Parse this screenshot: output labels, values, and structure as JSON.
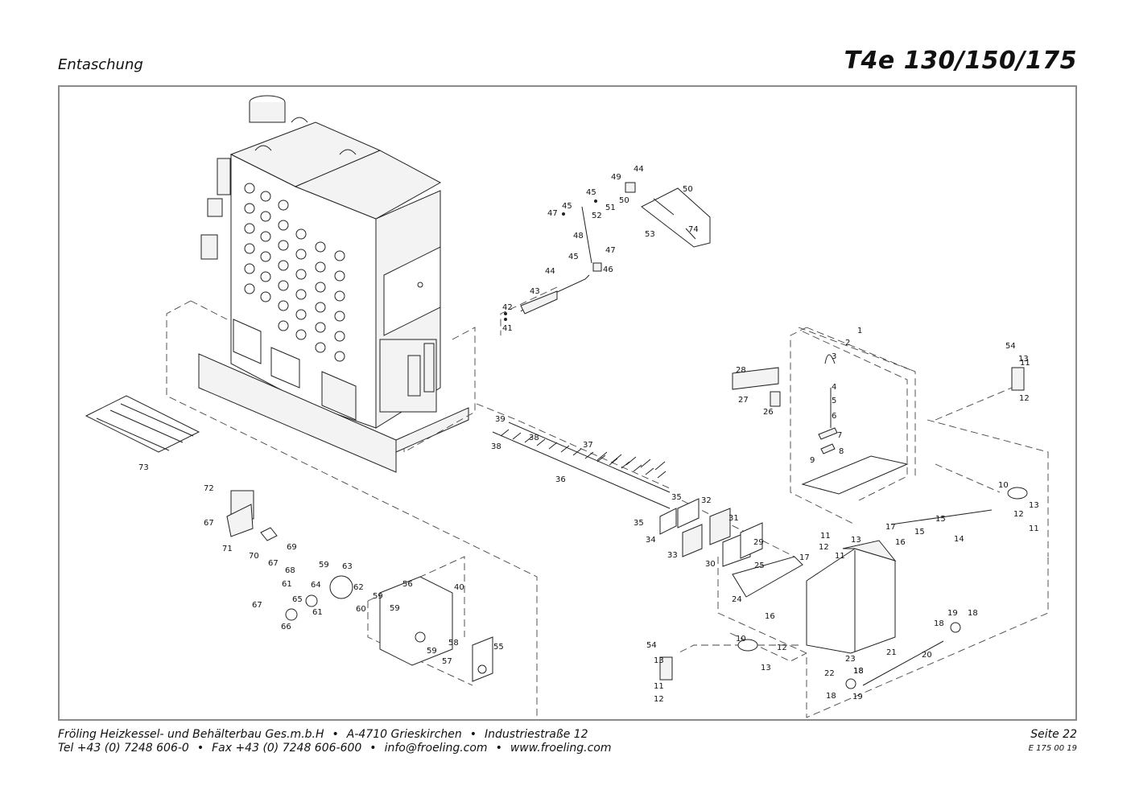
{
  "header": {
    "section": "Entaschung",
    "model": "T4e 130/150/175"
  },
  "footer": {
    "company": "Fröling Heizkessel- und Behälterbau Ges.m.b.H",
    "address": "A-4710 Grieskirchen",
    "street": "Industriestraße 12",
    "tel": "Tel +43 (0) 7248 606-0",
    "fax": "Fax +43 (0) 7248 606-600",
    "email": "info@froeling.com",
    "web": "www.froeling.com",
    "page": "Seite 22",
    "doc_code": "E 175 00 19"
  },
  "callouts": [
    "1",
    "2",
    "3",
    "4",
    "5",
    "6",
    "7",
    "8",
    "9",
    "10",
    "10",
    "11",
    "11",
    "11",
    "11",
    "11",
    "12",
    "12",
    "12",
    "12",
    "12",
    "13",
    "13",
    "13",
    "13",
    "13",
    "14",
    "15",
    "15",
    "16",
    "16",
    "17",
    "17",
    "18",
    "18",
    "18",
    "18",
    "18",
    "19",
    "19",
    "20",
    "21",
    "22",
    "23",
    "24",
    "25",
    "26",
    "27",
    "28",
    "29",
    "30",
    "31",
    "32",
    "33",
    "34",
    "35",
    "35",
    "36",
    "37",
    "38",
    "38",
    "39",
    "40",
    "41",
    "42",
    "43",
    "44",
    "44",
    "45",
    "45",
    "45",
    "46",
    "47",
    "47",
    "48",
    "49",
    "50",
    "50",
    "51",
    "52",
    "53",
    "54",
    "54",
    "55",
    "56",
    "57",
    "58",
    "59",
    "59",
    "59",
    "59",
    "60",
    "61",
    "61",
    "62",
    "63",
    "64",
    "65",
    "66",
    "67",
    "67",
    "67",
    "68",
    "69",
    "70",
    "71",
    "72",
    "73",
    "74"
  ]
}
